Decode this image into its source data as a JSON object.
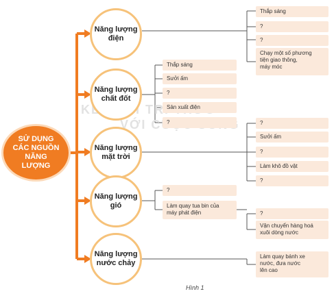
{
  "colors": {
    "orange": "#f07c22",
    "node_border": "#f6c27a",
    "box_fill": "#fbe9db",
    "line": "#555555"
  },
  "watermark": {
    "line1": "KẾT NỐI TRI THỨC",
    "line2": "VỚI CUỘC SỐNG"
  },
  "center": {
    "label": "SỬ DỤNG\nCÁC NGUỒN\nNĂNG\nLƯỢNG"
  },
  "nodes": [
    {
      "label": "Năng lượng\nđiện",
      "boxes": [
        "Thắp sáng",
        "?",
        "?",
        "Chạy một số phương\ntiện giao thông,\nmáy móc"
      ]
    },
    {
      "label": "Năng lượng\nchất đốt",
      "boxes": [
        "Thắp sáng",
        "Sưởi ấm",
        "?",
        "Sản xuất điện",
        "?"
      ]
    },
    {
      "label": "Năng lượng\nmặt trời",
      "boxes": [
        "?",
        "Sưởi ấm",
        "?",
        "Làm khô đồ vật",
        "?"
      ]
    },
    {
      "label": "Năng lượng\ngió",
      "boxes": [
        "?",
        "Làm quay tua bin của\nmáy phát điện",
        "?",
        "Vận chuyển hàng hoá\nxuôi dòng nước"
      ]
    },
    {
      "label": "Năng lượng\nnước chảy",
      "boxes": [
        "Làm quay bánh xe\nnước, đưa nước\nlên cao"
      ]
    }
  ],
  "caption": "Hình 1"
}
